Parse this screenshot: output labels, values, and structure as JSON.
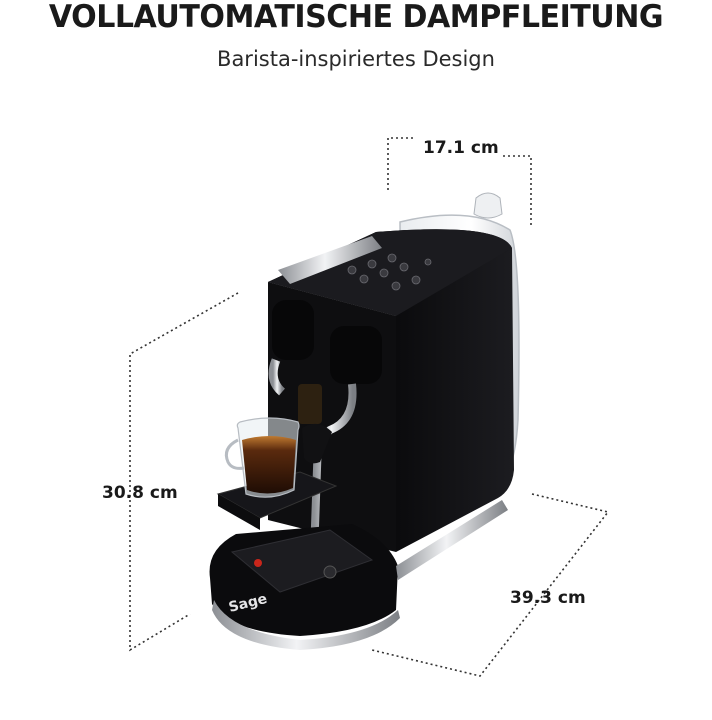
{
  "header": {
    "title": "VOLLAUTOMATISCHE DAMPFLEITUNG",
    "subtitle": "Barista-inspiriertes Design"
  },
  "dimensions": {
    "width": "17.1 cm",
    "height": "30.8 cm",
    "depth": "39.3 cm"
  },
  "product": {
    "brand_logo": "Sage",
    "body_color": "#0b0b0d",
    "chrome_color": "#c9cbcf",
    "coffee_color": "#3b1a08"
  }
}
